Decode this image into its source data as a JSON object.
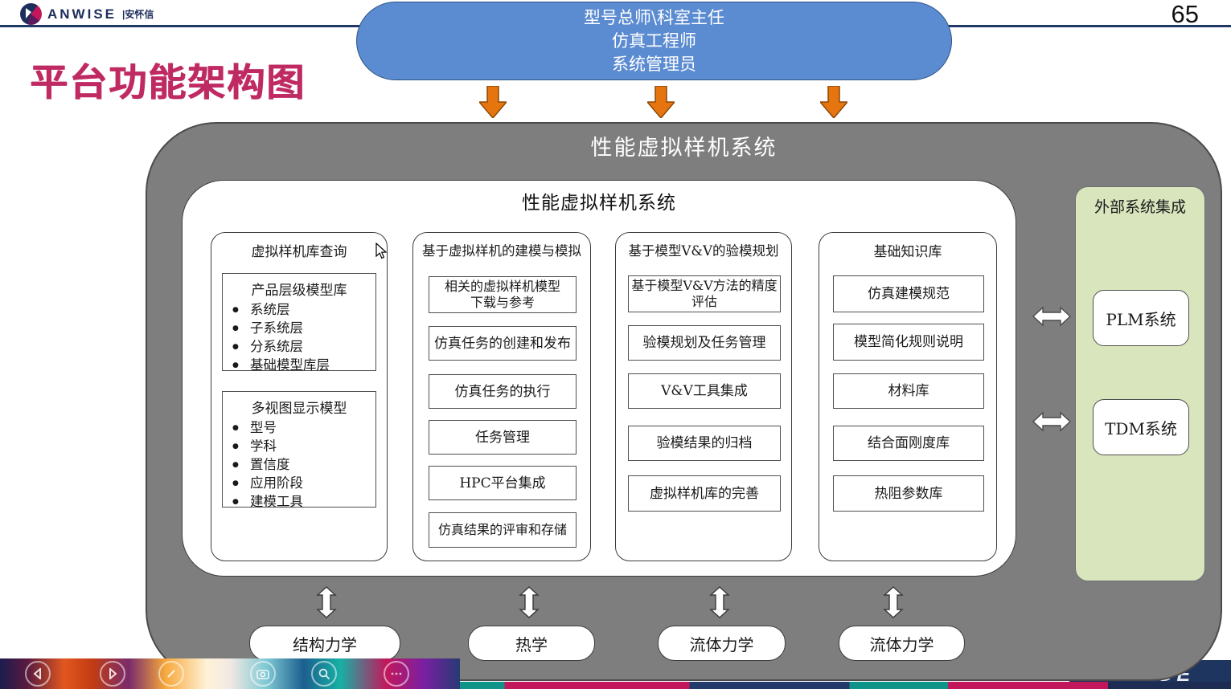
{
  "header": {
    "brand": "ANWISE",
    "brand_cn": "|安怀信",
    "page_number": "65",
    "slide_title": "平台功能架构图"
  },
  "actors_capsule": {
    "lines": [
      "型号总师\\科室主任",
      "仿真工程师",
      "系统管理员"
    ]
  },
  "system": {
    "outer_title": "性能虚拟样机系统",
    "inner_title": "性能虚拟样机系统",
    "columns": [
      {
        "title": "虚拟样机库查询",
        "groups": [
          {
            "heading": "产品层级模型库",
            "bullets": [
              "系统层",
              "子系统层",
              "分系统层",
              "基础模型库层"
            ]
          },
          {
            "heading": "多视图显示模型",
            "bullets": [
              "型号",
              "学科",
              "置信度",
              "应用阶段",
              "建模工具"
            ]
          }
        ]
      },
      {
        "title": "基于虚拟样机的建模与模拟",
        "items": [
          "相关的虚拟样机模型\n下载与参考",
          "仿真任务的创建和发布",
          "仿真任务的执行",
          "任务管理",
          "HPC平台集成",
          "仿真结果的评审和存储"
        ]
      },
      {
        "title": "基于模型V&V的验模规划",
        "items": [
          "基于模型V&V方法的精度\n评估",
          "验模规划及任务管理",
          "V&V工具集成",
          "验模结果的归档",
          "虚拟样机库的完善"
        ]
      },
      {
        "title": "基础知识库",
        "items": [
          "仿真建模规范",
          "模型简化规则说明",
          "材料库",
          "结合面刚度库",
          "热阻参数库"
        ]
      }
    ]
  },
  "external": {
    "title": "外部系统集成",
    "systems": [
      "PLM系统",
      "TDM系统"
    ]
  },
  "disciplines": [
    "结构力学",
    "热学",
    "流体力学",
    "流体力学"
  ],
  "footer": {
    "partial_text": "GE"
  },
  "viewer_toolbar": {
    "icons": [
      "prev-icon",
      "play-icon",
      "edit-icon",
      "camera-icon",
      "zoom-icon",
      "more-icon"
    ]
  },
  "colors": {
    "capsule_blue": "#5b8bd1",
    "arrow_orange": "#e6750f",
    "panel_gray": "#7e7e7e",
    "external_green": "#d9e5bd",
    "title_magenta": "#bf2a62",
    "footer_navy": "#1e3560"
  }
}
